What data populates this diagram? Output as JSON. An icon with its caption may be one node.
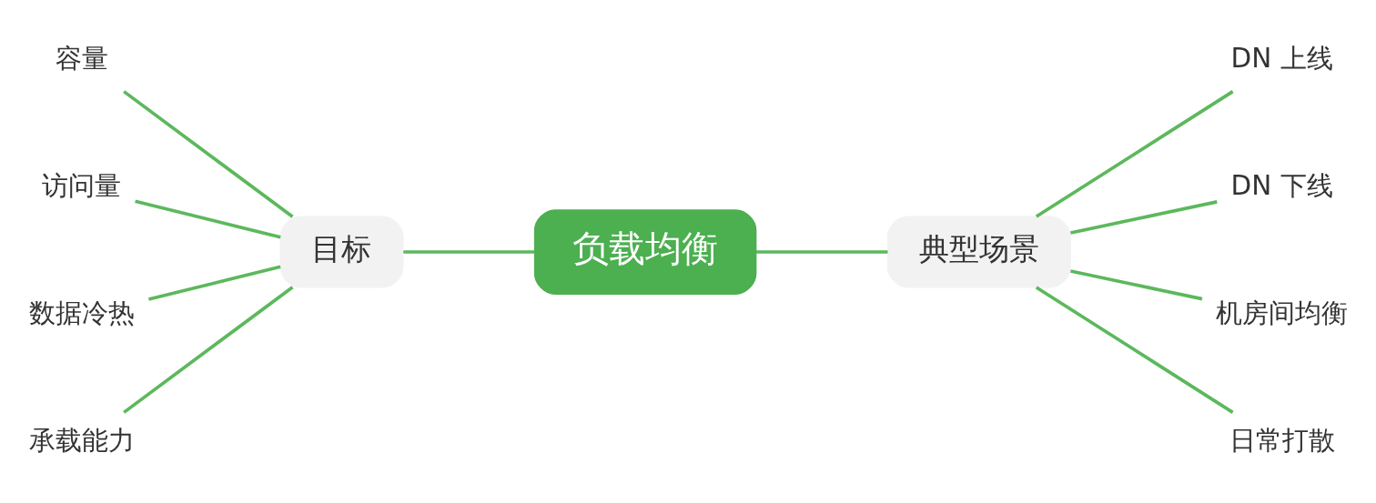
{
  "diagram": {
    "nodes": [
      {
        "text": [
          "容量"
        ]
      },
      {
        "text": [
          "访问量"
        ]
      },
      {
        "text": [
          "数据冷热"
        ]
      },
      {
        "text": [
          "承载能力"
        ]
      },
      {
        "text": [
          "目标"
        ]
      },
      {
        "text": [
          "负载均衡"
        ]
      },
      {
        "text": [
          "典型场景"
        ]
      },
      {
        "text": [
          "DN 上线"
        ]
      },
      {
        "text": [
          "DN 下线"
        ]
      },
      {
        "text": [
          "机房间均衡"
        ]
      },
      {
        "text": [
          "日常打散"
        ]
      }
    ],
    "edges": [
      {
        "from": 0,
        "to": 4,
        "arrow": "none"
      },
      {
        "from": 1,
        "to": 4,
        "arrow": "none"
      },
      {
        "from": 2,
        "to": 4,
        "arrow": "none"
      },
      {
        "from": 3,
        "to": 4,
        "arrow": "none"
      },
      {
        "from": 4,
        "to": 5,
        "arrow": "none"
      },
      {
        "from": 5,
        "to": 6,
        "arrow": "none"
      },
      {
        "from": 6,
        "to": 7,
        "arrow": "none"
      },
      {
        "from": 6,
        "to": 8,
        "arrow": "none"
      },
      {
        "from": 6,
        "to": 9,
        "arrow": "none"
      },
      {
        "from": 6,
        "to": 10,
        "arrow": "none"
      }
    ]
  }
}
